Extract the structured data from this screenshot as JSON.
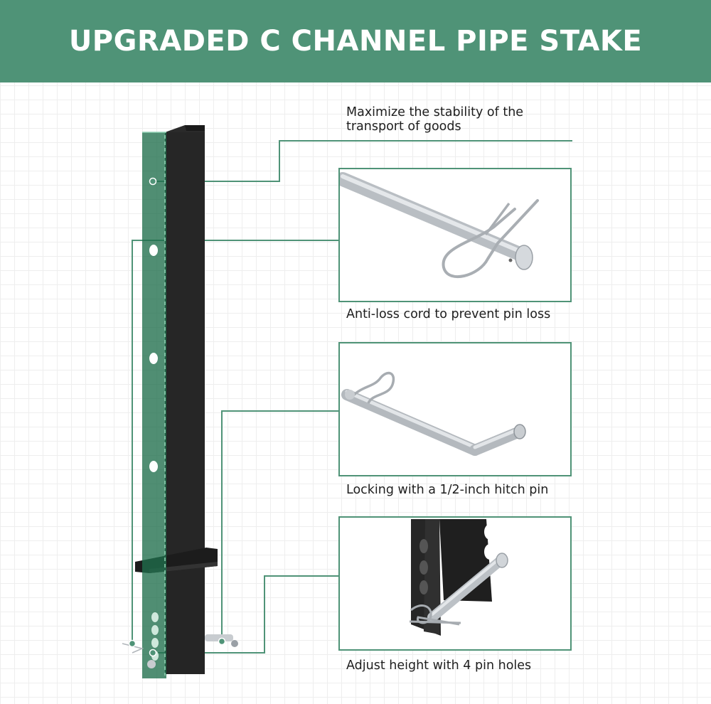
{
  "banner": {
    "title": "UPGRADED C CHANNEL PIPE STAKE"
  },
  "features": [
    {
      "caption_line1": "Maximize the stability of the",
      "caption_line2": "transport of goods"
    },
    {
      "caption": "Anti-loss cord to prevent pin loss"
    },
    {
      "caption": "Locking with a 1/2-inch hitch pin"
    },
    {
      "caption": "Adjust height with 4 pin holes"
    }
  ],
  "colors": {
    "accent": "#4f9377",
    "steel": "#2a2a2a",
    "zinc": "#c8ccd0"
  },
  "icons": [
    "stake-illustration",
    "hitch-pin-clip-illustration",
    "bent-hitch-pin-illustration",
    "pin-holes-illustration"
  ]
}
